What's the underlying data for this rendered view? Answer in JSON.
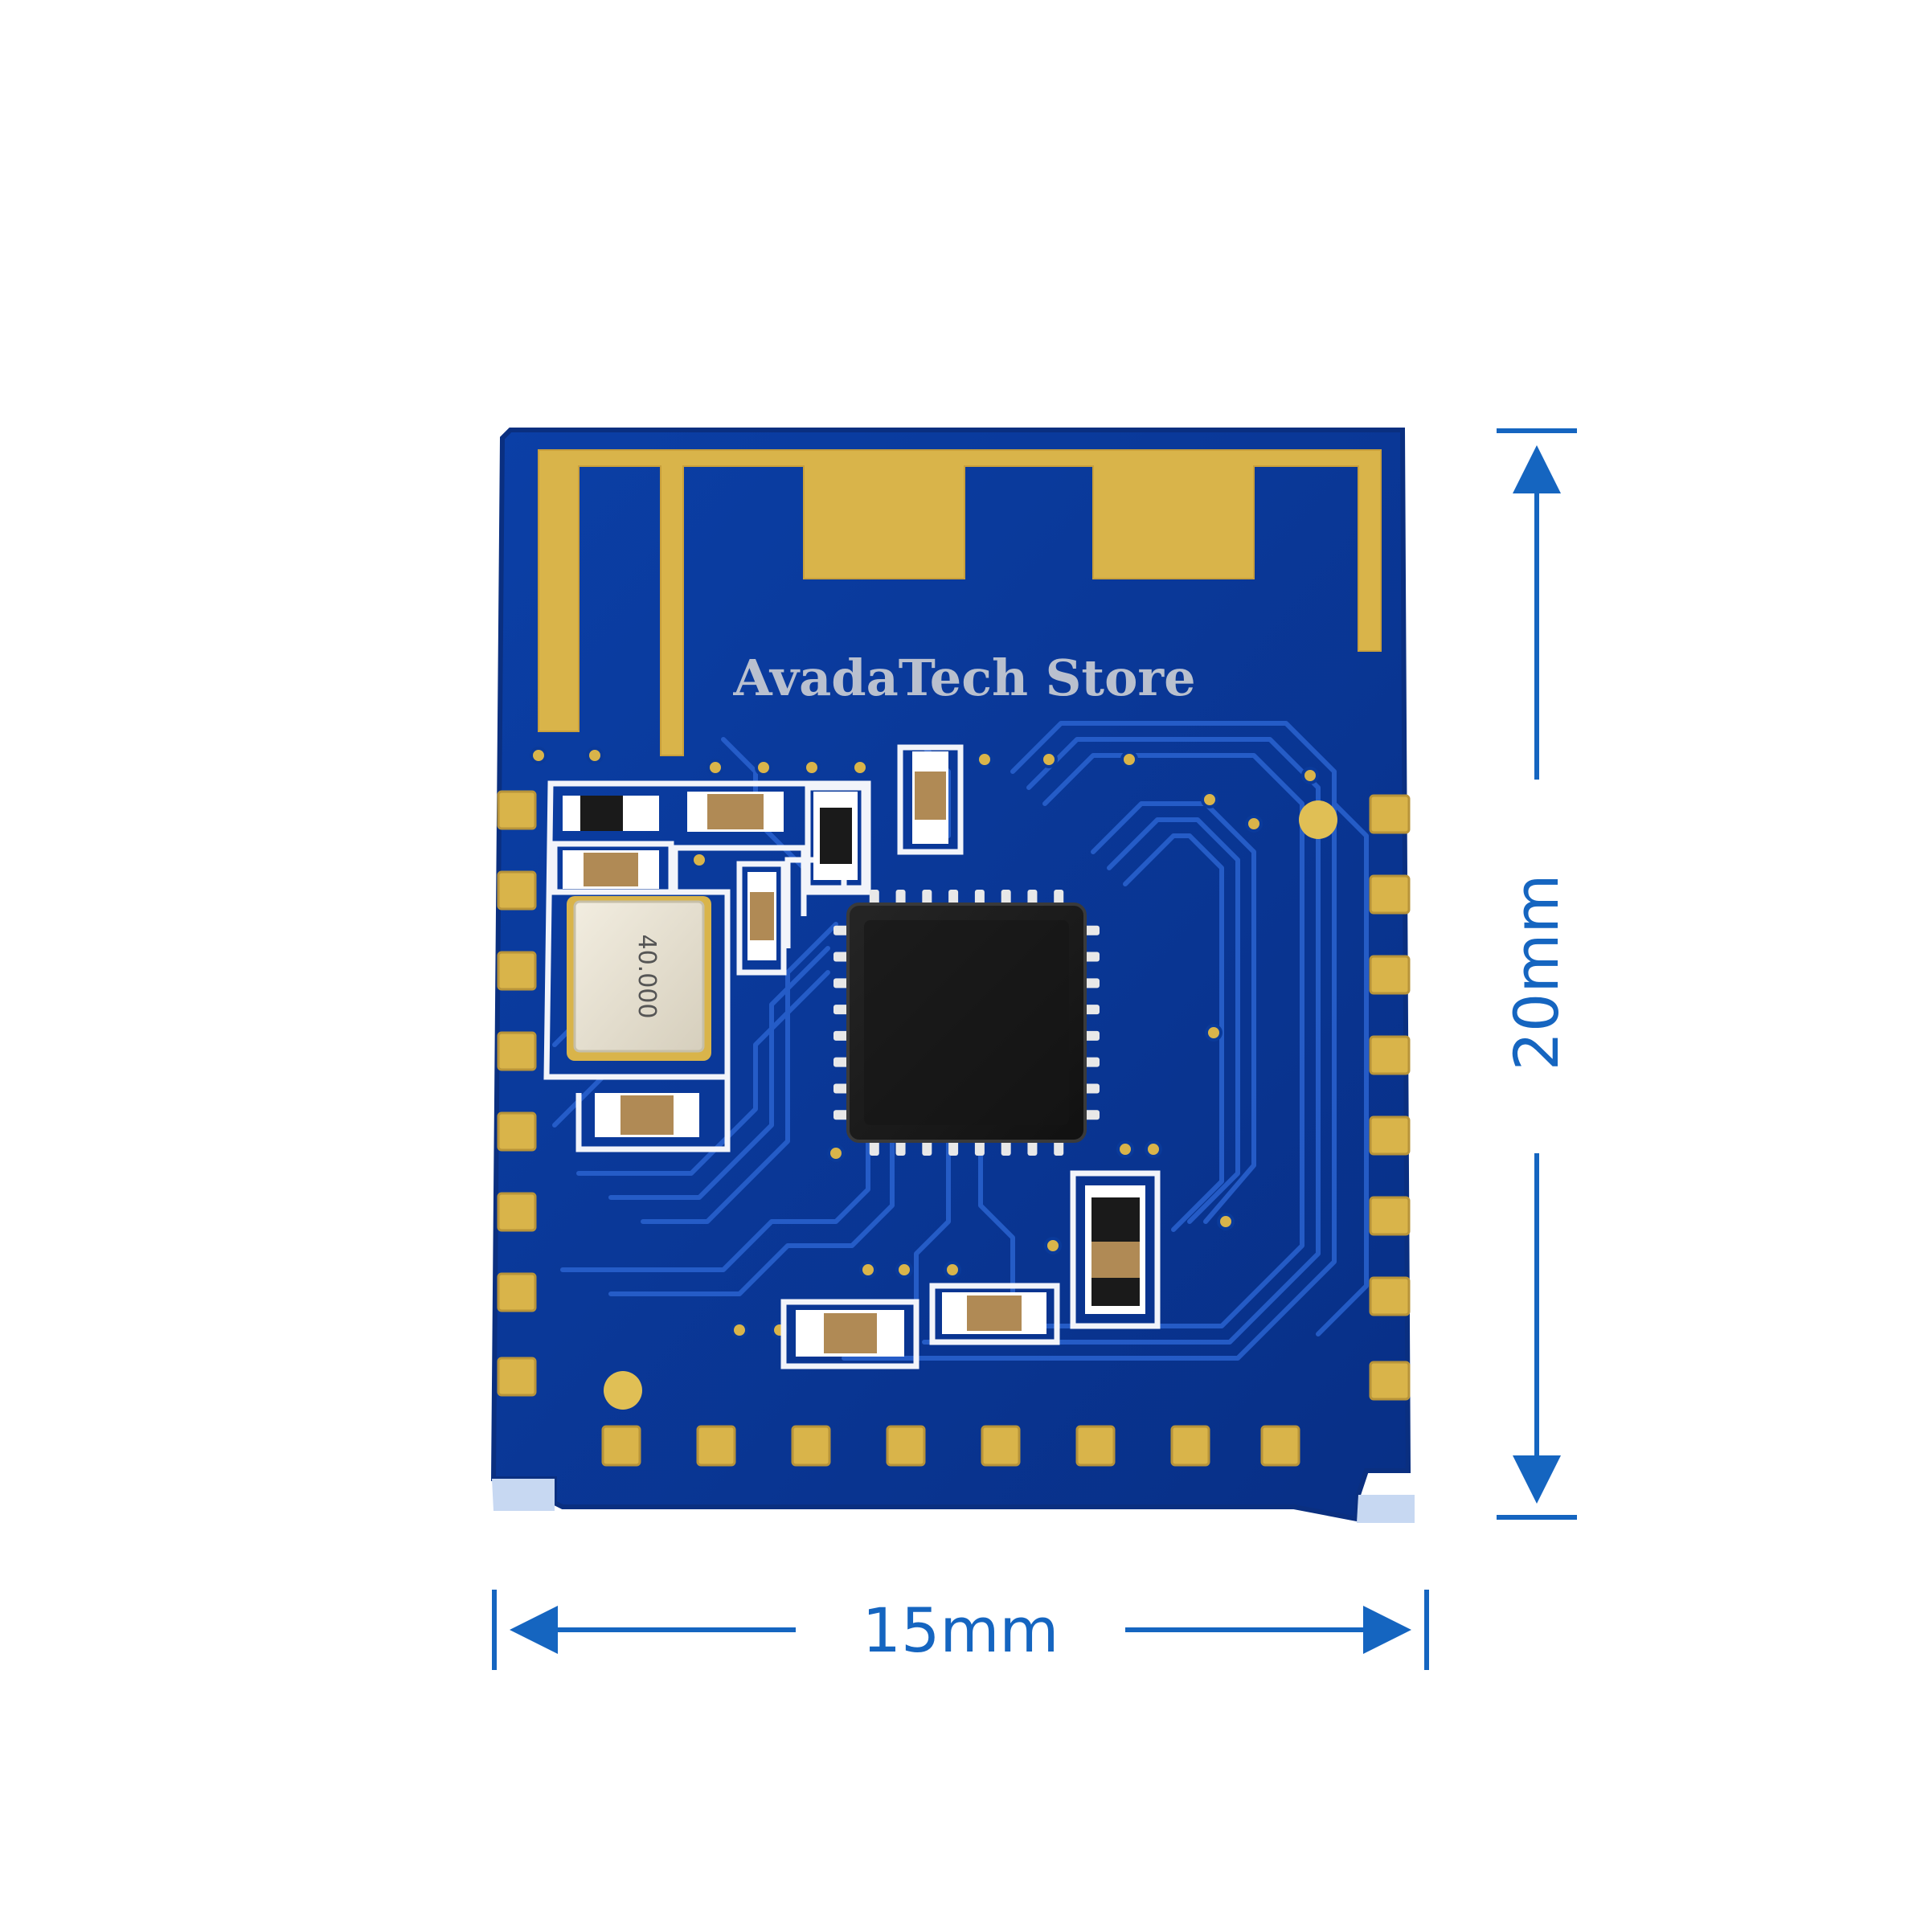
{
  "image": {
    "watermark": "AvadaTech Store",
    "crystal_marking": "40.000",
    "dimensions": {
      "width_label": "15mm",
      "height_label": "20mm"
    },
    "pads": {
      "left_count": 8,
      "right_count": 8,
      "bottom_count": 8
    },
    "colors": {
      "background": "#ffffff",
      "pcb_blue": "#0a3a9a",
      "pcb_blue_light": "#1d56c2",
      "trace_blue": "#2d6ad8",
      "gold": "#d9b44a",
      "gold_light": "#e8c862",
      "silkscreen": "#f2f4fa",
      "chip_black": "#1a1a1a",
      "dimension_blue": "#1565c0",
      "watermark": "#d8d8d8",
      "component_tan": "#b08a55",
      "crystal_metal": "#e8e2d2"
    }
  }
}
